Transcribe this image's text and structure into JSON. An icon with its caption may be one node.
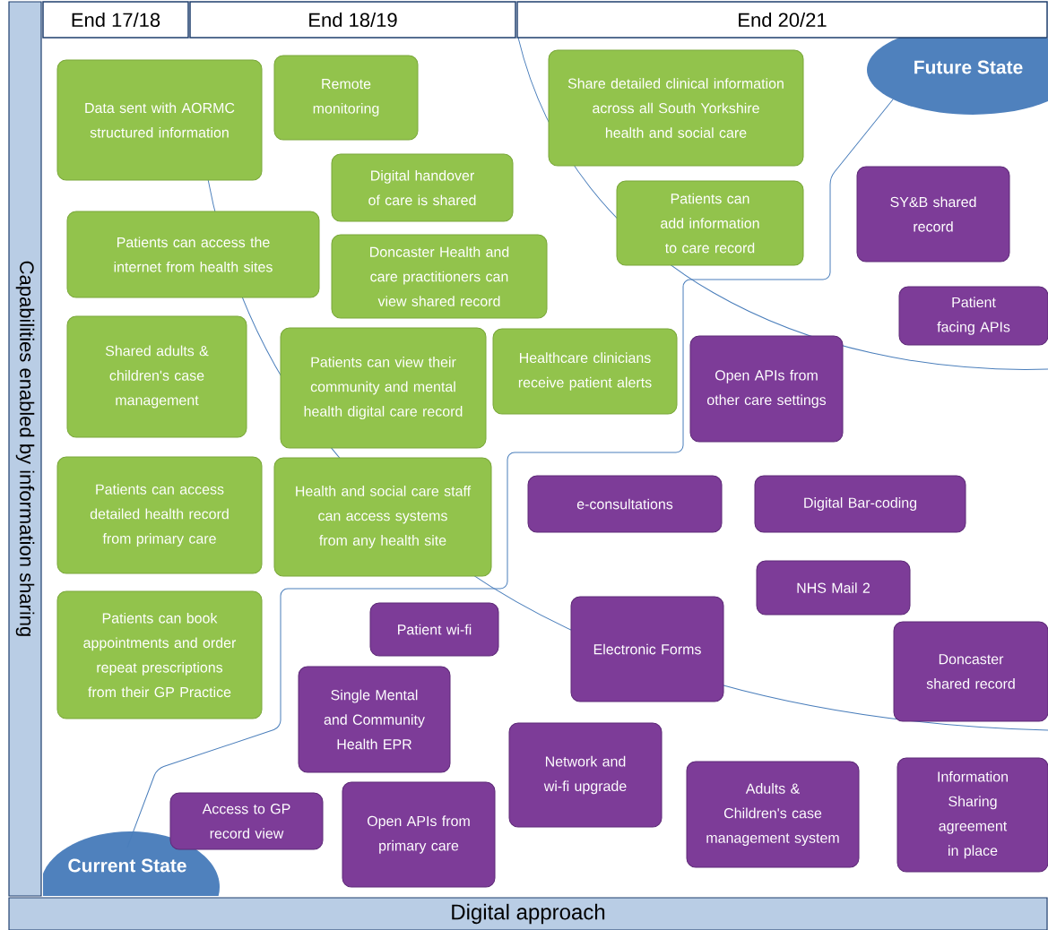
{
  "diagram": {
    "nodes": [
      {
        "text": [
          "End 17/18"
        ]
      },
      {
        "text": [
          "End 18/19"
        ]
      },
      {
        "text": [
          "End 20/21"
        ]
      },
      {
        "text": [
          "Future State"
        ]
      },
      {
        "text": [
          "Capabilities enabled by information sharing"
        ]
      },
      {
        "text": [
          "Data sent with AORMC structured information"
        ]
      },
      {
        "text": [
          "Remote monitoring"
        ]
      },
      {
        "text": [
          "Share detailed clinical information across all South Yorkshire health and social care"
        ]
      },
      {
        "text": [
          "Digital handover of care is shared"
        ]
      },
      {
        "text": [
          "Patients can add information to care record"
        ]
      },
      {
        "text": [
          "Patients can access the internet from health sites"
        ]
      },
      {
        "text": [
          "Doncaster Health and care practitioners can view shared record"
        ]
      },
      {
        "text": [
          "Shared adults & children's case management"
        ]
      },
      {
        "text": [
          "Patients can view their community and mental health digital care record"
        ]
      },
      {
        "text": [
          "Healthcare clinicians receive patient alerts"
        ]
      },
      {
        "text": [
          "Patients can access detailed health record from primary care"
        ]
      },
      {
        "text": [
          "Health and social care staff can access systems from any health site"
        ]
      },
      {
        "text": [
          "Patients can book appointments and order repeat prescriptions from their GP Practice"
        ]
      },
      {
        "text": [
          "SY&B shared record"
        ]
      },
      {
        "text": [
          "Patient facing APIs"
        ]
      },
      {
        "text": [
          "Open APIs from other care settings"
        ]
      },
      {
        "text": [
          "e-consultations"
        ]
      },
      {
        "text": [
          "Digital Bar-coding"
        ]
      },
      {
        "text": [
          "NHS Mail 2"
        ]
      },
      {
        "text": [
          "Patient wi-fi"
        ]
      },
      {
        "text": [
          "Electronic Forms"
        ]
      },
      {
        "text": [
          "Doncaster shared record"
        ]
      },
      {
        "text": [
          "Single Mental and Community Health EPR"
        ]
      },
      {
        "text": [
          "Network and wi-fi upgrade"
        ]
      },
      {
        "text": [
          "Adults & Children's case management system"
        ]
      },
      {
        "text": [
          "Information Sharing agreement in place"
        ]
      },
      {
        "text": [
          "Access to GP record view"
        ]
      },
      {
        "text": [
          "Open APIs from primary care"
        ]
      },
      {
        "text": [
          "Current State"
        ]
      },
      {
        "text": [
          "Digital approach"
        ]
      }
    ],
    "edges": [
      {
        "from": 33,
        "to": 3,
        "arrow": "none"
      }
    ]
  }
}
